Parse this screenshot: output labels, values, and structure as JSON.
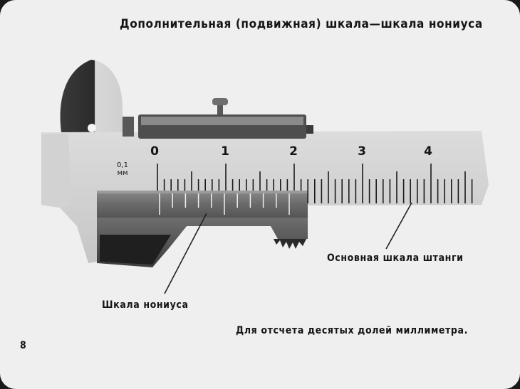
{
  "title": "Дополнительная (подвижная) шкала—шкала нониуса",
  "main_scale": {
    "unit_value": "0,1",
    "unit": "мм",
    "numbers": [
      "0",
      "1",
      "2",
      "3",
      "4"
    ]
  },
  "labels": {
    "main_scale": "Основная шкала штанги",
    "vernier_scale": "Шкала нониуса"
  },
  "caption": "Для отсчета десятых долей миллиметра.",
  "page_number": "8"
}
